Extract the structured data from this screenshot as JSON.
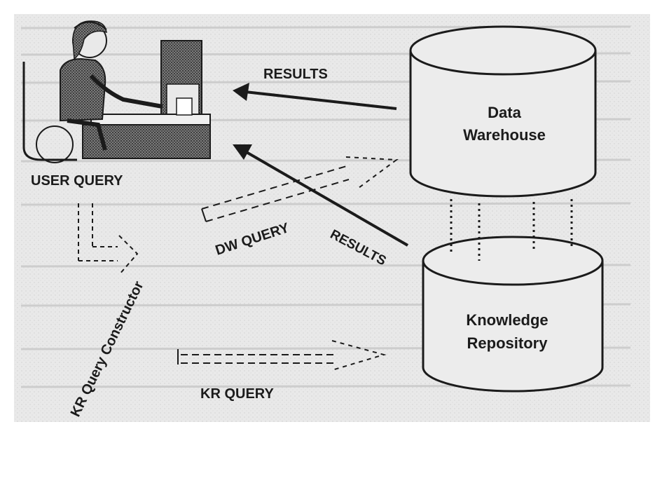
{
  "labels": {
    "results_top": "RESULTS",
    "data_warehouse_line1": "Data",
    "data_warehouse_line2": "Warehouse",
    "user_query": "USER QUERY",
    "dw_query": "DW QUERY",
    "results_diagonal": "RESULTS",
    "kr_query_constructor": "KR Query Constructor",
    "knowledge_repository_line1": "Knowledge",
    "knowledge_repository_line2": "Repository",
    "kr_query": "KR QUERY"
  },
  "colors": {
    "ink": "#1b1b1b",
    "paper": "#e9e9e9",
    "page": "#ffffff"
  }
}
